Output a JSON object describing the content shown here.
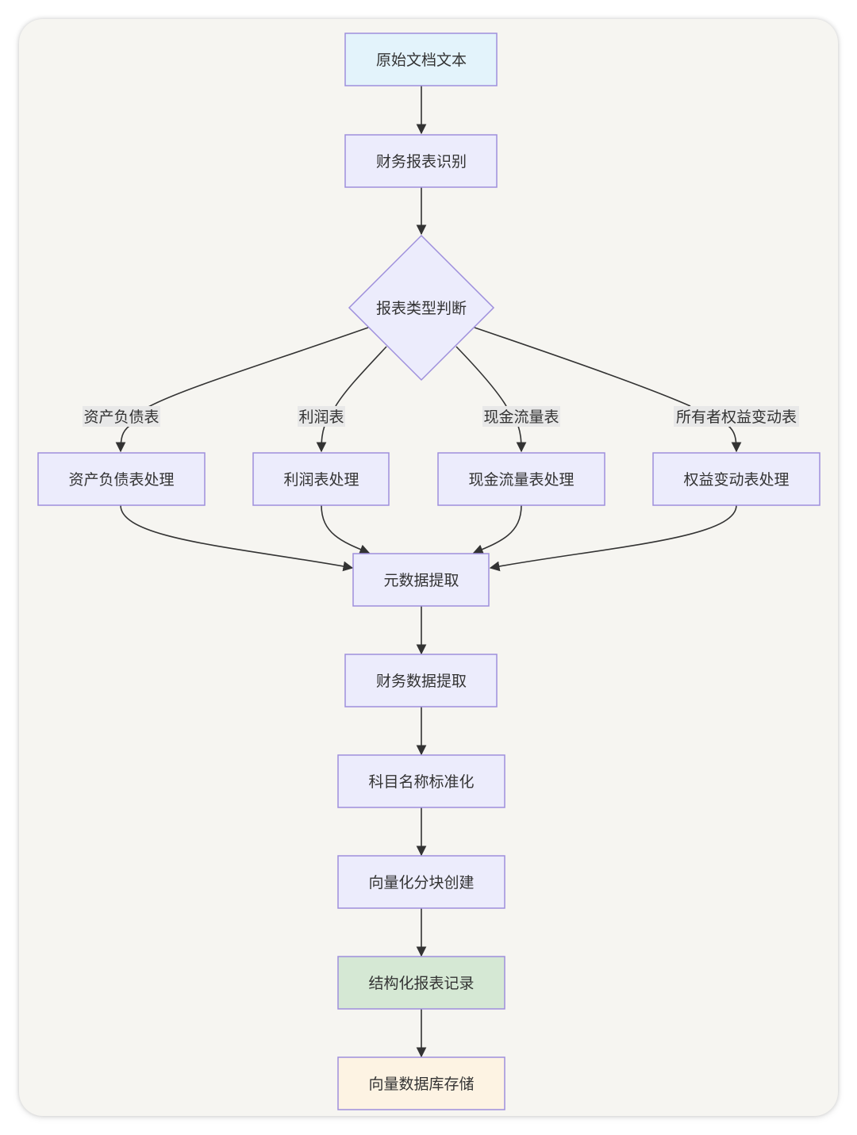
{
  "colors": {
    "card_background": "#f6f5f1",
    "node_default_fill": "#ececfc",
    "node_border": "#9e8fdc",
    "start_fill": "#e3f3fb",
    "result_fill": "#d5e8d4",
    "storage_fill": "#fdf3e3",
    "edge": "#333333",
    "edge_label_background": "#e8e8e8"
  },
  "nodes": {
    "source_text": "原始文档文本",
    "statement_recognition": "财务报表识别",
    "type_decision": "报表类型判断",
    "balance_sheet_processing": "资产负债表处理",
    "income_statement_processing": "利润表处理",
    "cash_flow_processing": "现金流量表处理",
    "equity_change_processing": "权益变动表处理",
    "metadata_extraction": "元数据提取",
    "financial_data_extraction": "财务数据提取",
    "account_name_normalization": "科目名称标准化",
    "vector_chunk_creation": "向量化分块创建",
    "structured_statement_record": "结构化报表记录",
    "vector_db_storage": "向量数据库存储"
  },
  "edge_labels": {
    "balance_sheet": "资产负债表",
    "income_statement": "利润表",
    "cash_flow": "现金流量表",
    "equity_change": "所有者权益变动表"
  }
}
